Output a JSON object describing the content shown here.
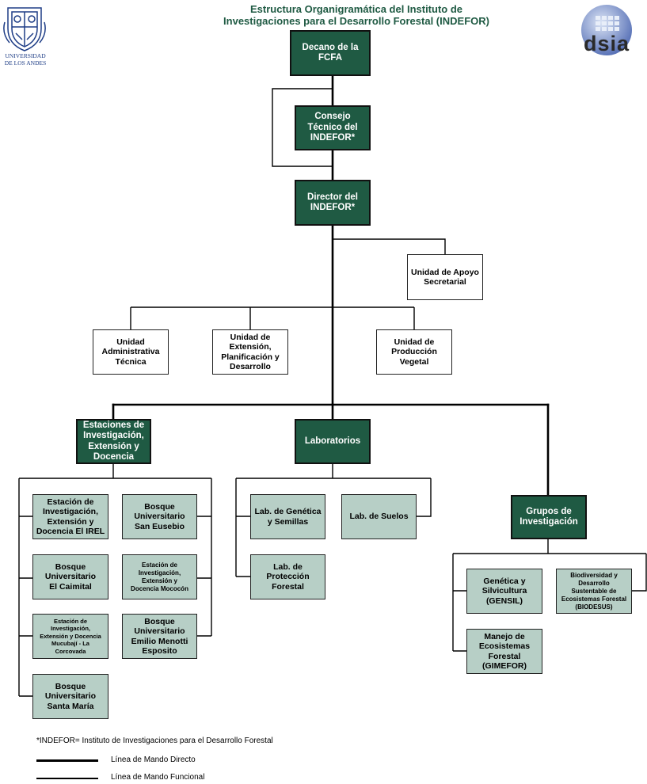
{
  "title": {
    "line1": "Estructura Organigramática del Instituto de",
    "line2": "Investigaciones para el Desarrollo Forestal (INDEFOR)"
  },
  "logos": {
    "left": {
      "icon": "university-seal-icon",
      "text": "UNIVERSIDAD\nDE LOS ANDES"
    },
    "right": {
      "icon": "dsia-logo-icon",
      "text": "dsia"
    }
  },
  "nodes": {
    "decano": "Decano de la\nFCFA",
    "consejo": "Consejo\nTécnico del\nINDEFOR*",
    "director": "Director del\nINDEFOR*",
    "apoyo": "Unidad de Apoyo\nSecretarial",
    "administrativa": "Unidad\nAdministrativa\nTécnica",
    "extension": "Unidad de\nExtensión,\nPlanificación y\nDesarrollo",
    "produccion": "Unidad de\nProducción\nVegetal",
    "estaciones": "Estaciones de\nInvestigación,\nExtensión y\nDocencia",
    "laboratorios": "Laboratorios",
    "grupos": "Grupos de\nInvestigación",
    "irel": "Estación de\nInvestigación,\nExtensión y\nDocencia El IREL",
    "san_eusebio": "Bosque\nUniversitario\nSan Eusebio",
    "caimital": "Bosque\nUniversitario\nEl Caimital",
    "mococon": "Estación de\nInvestigación,\nExtensión y\nDocencia Mococón",
    "mucubaji": "Estación de\nInvestigación,\nExtensión y Docencia\nMucubají -  La\nCorcovada",
    "menotti": "Bosque\nUniversitario\nEmilio Menotti\nEsposito",
    "santa_maria": "Bosque\nUniversitario\nSanta María",
    "genetica_semillas": "Lab. de Genética\ny Semillas",
    "suelos": "Lab. de Suelos",
    "proteccion": "Lab. de\nProtección\nForestal",
    "gensil": "Genética y\nSilvicultura\n(GENSIL)",
    "biodesus": "Biodiversidad y\nDesarrollo\nSustentable de\nEcosistemas Forestal\n(BIODESUS)",
    "gimefor": "Manejo de\nEcosistemas\nForestal\n(GIMEFOR)"
  },
  "footnote": "*INDEFOR= Instituto de Investigaciones para el Desarrollo Forestal",
  "legend": {
    "direct": "Línea de Mando Directo",
    "functional": "Línea de Mando Funcional"
  },
  "colors": {
    "dark_green": "#1f5a43",
    "light_green": "#b7cfc6",
    "title_green": "#1f5a43",
    "logo_blue": "#1e3d86"
  }
}
